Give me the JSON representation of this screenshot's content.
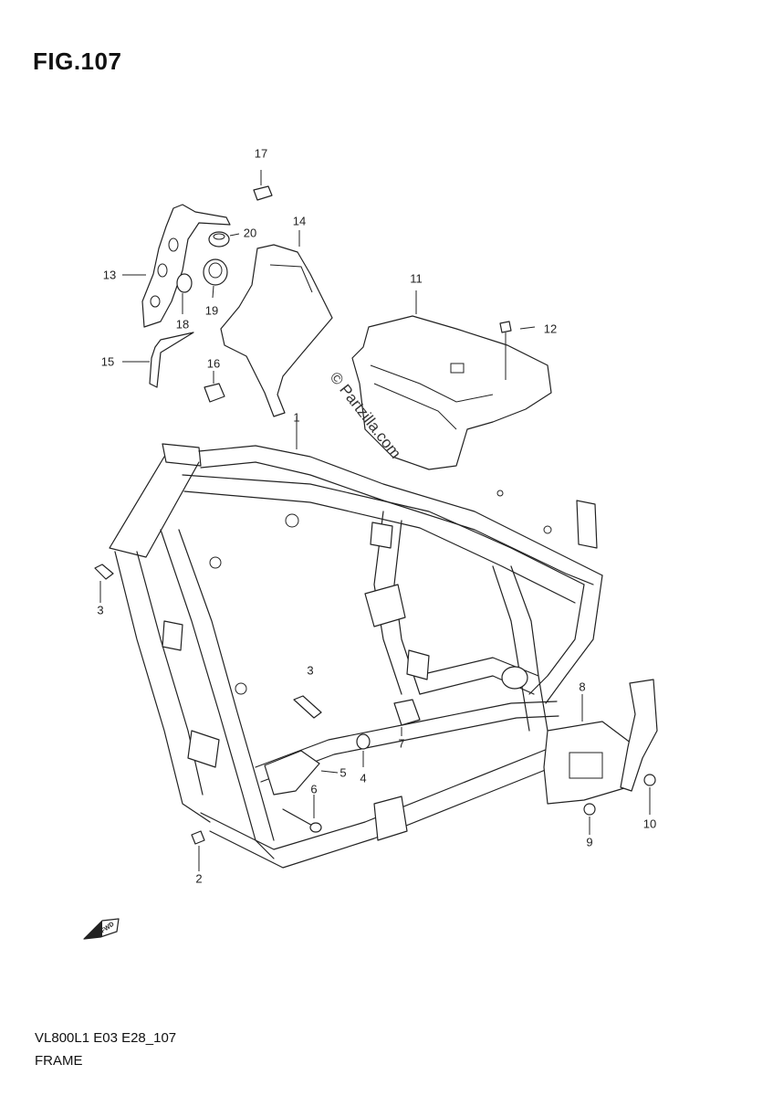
{
  "figure": {
    "title": "FIG.107",
    "watermark": "© Partzilla.com",
    "footer_code": "VL800L1 E03 E28_107",
    "footer_name": "FRAME",
    "fwd_label": "FWD"
  },
  "callouts": [
    {
      "id": "1",
      "text": "1"
    },
    {
      "id": "2",
      "text": "2"
    },
    {
      "id": "3a",
      "text": "3"
    },
    {
      "id": "3b",
      "text": "3"
    },
    {
      "id": "4",
      "text": "4"
    },
    {
      "id": "5",
      "text": "5"
    },
    {
      "id": "6",
      "text": "6"
    },
    {
      "id": "7",
      "text": "7"
    },
    {
      "id": "8",
      "text": "8"
    },
    {
      "id": "9",
      "text": "9"
    },
    {
      "id": "10",
      "text": "10"
    },
    {
      "id": "11",
      "text": "11"
    },
    {
      "id": "12",
      "text": "12"
    },
    {
      "id": "13",
      "text": "13"
    },
    {
      "id": "14",
      "text": "14"
    },
    {
      "id": "15",
      "text": "15"
    },
    {
      "id": "16",
      "text": "16"
    },
    {
      "id": "17",
      "text": "17"
    },
    {
      "id": "18",
      "text": "18"
    },
    {
      "id": "19",
      "text": "19"
    },
    {
      "id": "20",
      "text": "20"
    }
  ]
}
